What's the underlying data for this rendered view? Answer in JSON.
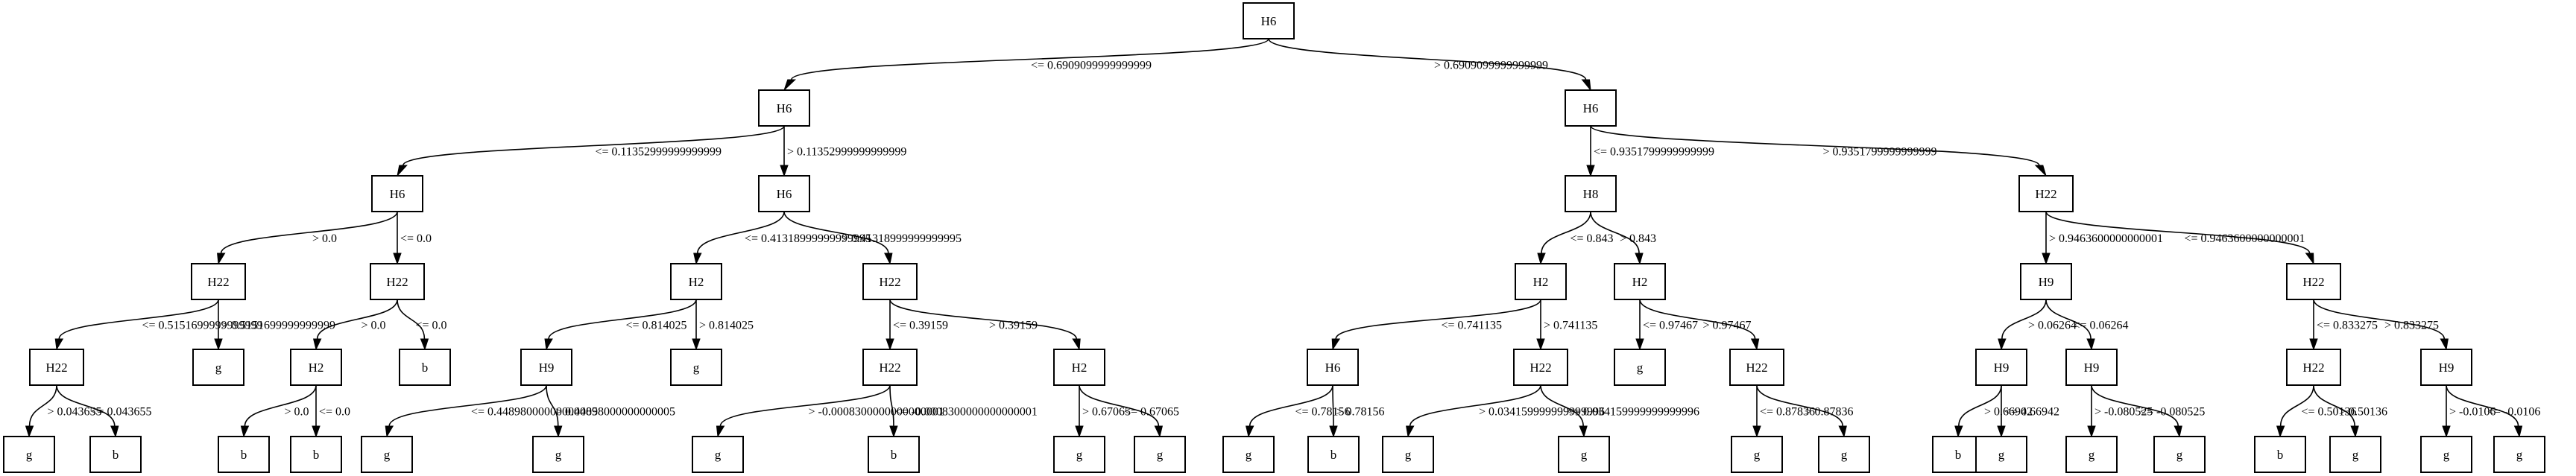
{
  "nodes": [
    {
      "id": "n0",
      "label": "H6"
    },
    {
      "id": "n1",
      "label": "H6"
    },
    {
      "id": "n2",
      "label": "H6"
    },
    {
      "id": "n3",
      "label": "H6"
    },
    {
      "id": "n4",
      "label": "H6"
    },
    {
      "id": "n5",
      "label": "H8"
    },
    {
      "id": "n6",
      "label": "H22"
    },
    {
      "id": "n7",
      "label": "H22"
    },
    {
      "id": "n8",
      "label": "H22"
    },
    {
      "id": "n9",
      "label": "H2"
    },
    {
      "id": "n10",
      "label": "H22"
    },
    {
      "id": "n11",
      "label": "H2"
    },
    {
      "id": "n12",
      "label": "H2"
    },
    {
      "id": "n13",
      "label": "H9"
    },
    {
      "id": "n14",
      "label": "H22"
    },
    {
      "id": "n15",
      "label": "H22"
    },
    {
      "id": "n16",
      "label": "g"
    },
    {
      "id": "n17",
      "label": "H2"
    },
    {
      "id": "n18",
      "label": "b"
    },
    {
      "id": "n19",
      "label": "H9"
    },
    {
      "id": "n20",
      "label": "g"
    },
    {
      "id": "n21",
      "label": "H22"
    },
    {
      "id": "n22",
      "label": "H2"
    },
    {
      "id": "n23",
      "label": "H6"
    },
    {
      "id": "n24",
      "label": "H22"
    },
    {
      "id": "n25",
      "label": "g"
    },
    {
      "id": "n26",
      "label": "H22"
    },
    {
      "id": "n27",
      "label": "H9"
    },
    {
      "id": "n28",
      "label": "H9"
    },
    {
      "id": "n29",
      "label": "H22"
    },
    {
      "id": "n30",
      "label": "H9"
    },
    {
      "id": "n31",
      "label": "g"
    },
    {
      "id": "n32",
      "label": "b"
    },
    {
      "id": "n33",
      "label": "b"
    },
    {
      "id": "n34",
      "label": "b"
    },
    {
      "id": "n35",
      "label": "g"
    },
    {
      "id": "n36",
      "label": "g"
    },
    {
      "id": "n37",
      "label": "g"
    },
    {
      "id": "n38",
      "label": "b"
    },
    {
      "id": "n39",
      "label": "g"
    },
    {
      "id": "n40",
      "label": "g"
    },
    {
      "id": "n41",
      "label": "g"
    },
    {
      "id": "n42",
      "label": "b"
    },
    {
      "id": "n43",
      "label": "g"
    },
    {
      "id": "n44",
      "label": "g"
    },
    {
      "id": "n45",
      "label": "g"
    },
    {
      "id": "n46",
      "label": "g"
    },
    {
      "id": "n47",
      "label": "b"
    },
    {
      "id": "n48",
      "label": "g"
    },
    {
      "id": "n49",
      "label": "g"
    },
    {
      "id": "n50",
      "label": "g"
    },
    {
      "id": "n51",
      "label": "b"
    },
    {
      "id": "n52",
      "label": "g"
    },
    {
      "id": "n53",
      "label": "g"
    },
    {
      "id": "n54",
      "label": "g"
    }
  ],
  "edges": [
    {
      "from": "n0",
      "to": "n1",
      "label": "<= 0.6909099999999999"
    },
    {
      "from": "n0",
      "to": "n2",
      "label": "> 0.6909099999999999"
    },
    {
      "from": "n1",
      "to": "n3",
      "label": "<= 0.11352999999999999"
    },
    {
      "from": "n1",
      "to": "n4",
      "label": "> 0.11352999999999999"
    },
    {
      "from": "n2",
      "to": "n5",
      "label": "<= 0.9351799999999999"
    },
    {
      "from": "n2",
      "to": "n6",
      "label": "> 0.9351799999999999"
    },
    {
      "from": "n3",
      "to": "n7",
      "label": "> 0.0"
    },
    {
      "from": "n3",
      "to": "n8",
      "label": "<= 0.0"
    },
    {
      "from": "n4",
      "to": "n9",
      "label": "<= 0.41318999999999995"
    },
    {
      "from": "n4",
      "to": "n10",
      "label": "> 0.41318999999999995"
    },
    {
      "from": "n5",
      "to": "n11",
      "label": "<= 0.843"
    },
    {
      "from": "n5",
      "to": "n12",
      "label": "> 0.843"
    },
    {
      "from": "n6",
      "to": "n13",
      "label": "> 0.9463600000000001"
    },
    {
      "from": "n6",
      "to": "n14",
      "label": "<= 0.9463600000000001"
    },
    {
      "from": "n7",
      "to": "n15",
      "label": "<= 0.5151699999999999"
    },
    {
      "from": "n7",
      "to": "n16",
      "label": "> 0.5151699999999999"
    },
    {
      "from": "n8",
      "to": "n17",
      "label": "> 0.0"
    },
    {
      "from": "n8",
      "to": "n18",
      "label": "<= 0.0"
    },
    {
      "from": "n9",
      "to": "n19",
      "label": "<= 0.814025"
    },
    {
      "from": "n9",
      "to": "n20",
      "label": "> 0.814025"
    },
    {
      "from": "n10",
      "to": "n21",
      "label": "<= 0.39159"
    },
    {
      "from": "n10",
      "to": "n22",
      "label": "> 0.39159"
    },
    {
      "from": "n11",
      "to": "n23",
      "label": "<= 0.741135"
    },
    {
      "from": "n11",
      "to": "n24",
      "label": "> 0.741135"
    },
    {
      "from": "n12",
      "to": "n25",
      "label": "<= 0.97467"
    },
    {
      "from": "n12",
      "to": "n26",
      "label": "> 0.97467"
    },
    {
      "from": "n13",
      "to": "n27",
      "label": "> 0.06264"
    },
    {
      "from": "n13",
      "to": "n28",
      "label": "<= 0.06264"
    },
    {
      "from": "n14",
      "to": "n29",
      "label": "<= 0.833275"
    },
    {
      "from": "n14",
      "to": "n30",
      "label": "> 0.833275"
    },
    {
      "from": "n15",
      "to": "n31",
      "label": "> 0.043655"
    },
    {
      "from": "n15",
      "to": "n32",
      "label": "<= 0.043655"
    },
    {
      "from": "n17",
      "to": "n33",
      "label": "> 0.0"
    },
    {
      "from": "n17",
      "to": "n34",
      "label": "<= 0.0"
    },
    {
      "from": "n19",
      "to": "n35",
      "label": "<= 0.44898000000000005"
    },
    {
      "from": "n19",
      "to": "n36",
      "label": "> 0.44898000000000005"
    },
    {
      "from": "n21",
      "to": "n37",
      "label": "> -0.0008300000000000001"
    },
    {
      "from": "n21",
      "to": "n38",
      "label": "<= -0.0008300000000000001"
    },
    {
      "from": "n22",
      "to": "n39",
      "label": "> 0.67065"
    },
    {
      "from": "n22",
      "to": "n40",
      "label": "<= 0.67065"
    },
    {
      "from": "n23",
      "to": "n41",
      "label": "<= 0.78156"
    },
    {
      "from": "n23",
      "to": "n42",
      "label": "> 0.78156"
    },
    {
      "from": "n24",
      "to": "n43",
      "label": "> 0.034159999999999996"
    },
    {
      "from": "n24",
      "to": "n44",
      "label": "<= 0.034159999999999996"
    },
    {
      "from": "n26",
      "to": "n45",
      "label": "<= 0.87836"
    },
    {
      "from": "n26",
      "to": "n46",
      "label": "> 0.87836"
    },
    {
      "from": "n27",
      "to": "n47",
      "label": "> 0.66942"
    },
    {
      "from": "n27",
      "to": "n48",
      "label": "<= 0.66942"
    },
    {
      "from": "n28",
      "to": "n49",
      "label": "> -0.080525"
    },
    {
      "from": "n28",
      "to": "n50",
      "label": "<= -0.080525"
    },
    {
      "from": "n29",
      "to": "n51",
      "label": "<= 0.50136"
    },
    {
      "from": "n29",
      "to": "n52",
      "label": "> 0.50136"
    },
    {
      "from": "n30",
      "to": "n53",
      "label": "> -0.0106"
    },
    {
      "from": "n30",
      "to": "n54",
      "label": "<= -0.0106"
    }
  ]
}
